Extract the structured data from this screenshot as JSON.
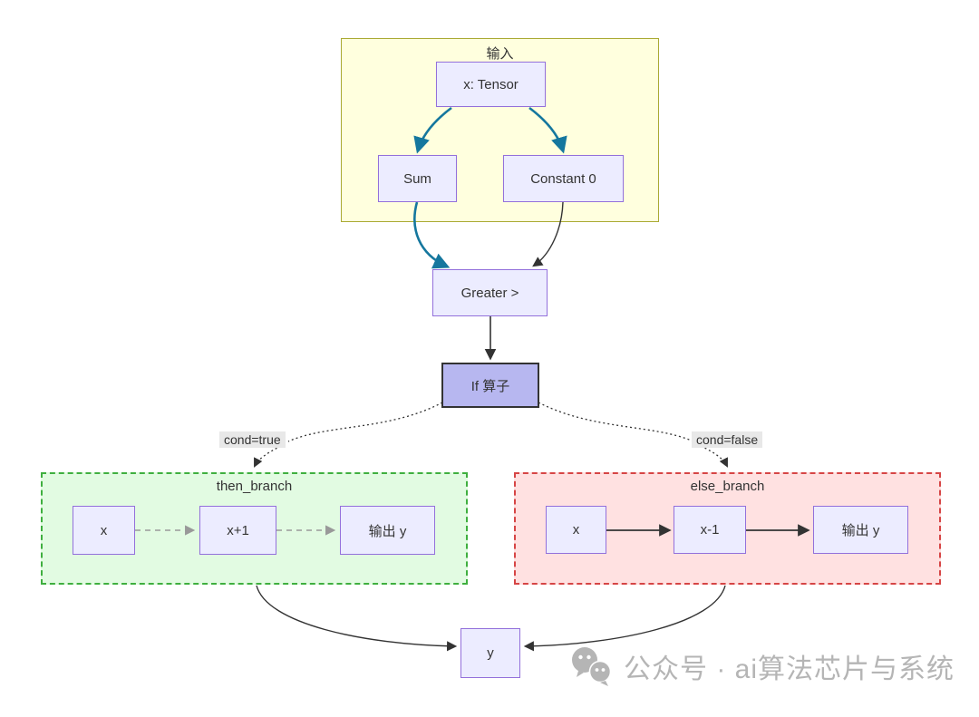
{
  "groups": {
    "input": {
      "label": "输入"
    },
    "then_branch": {
      "label": "then_branch"
    },
    "else_branch": {
      "label": "else_branch"
    }
  },
  "nodes": {
    "x_tensor": {
      "label": "x: Tensor"
    },
    "sum": {
      "label": "Sum"
    },
    "constant0": {
      "label": "Constant 0"
    },
    "greater": {
      "label": "Greater >"
    },
    "if_op": {
      "label": "If 算子"
    },
    "then_x": {
      "label": "x"
    },
    "then_x_plus_1": {
      "label": "x+1"
    },
    "then_out_y": {
      "label": "输出 y"
    },
    "else_x": {
      "label": "x"
    },
    "else_x_minus_1": {
      "label": "x-1"
    },
    "else_out_y": {
      "label": "输出 y"
    },
    "y_out": {
      "label": "y"
    }
  },
  "edge_labels": {
    "cond_true": "cond=true",
    "cond_false": "cond=false"
  },
  "watermark": {
    "icon": "wechat-icon",
    "text": "公众号 · ai算法芯片与系统"
  },
  "colors": {
    "node_fill": "#ECECFF",
    "node_border": "#9370DB",
    "input_group_fill": "#FFFFDE",
    "input_group_border": "#AAAA33",
    "then_fill": "#E2FBE2",
    "then_border": "#3FAF3F",
    "else_fill": "#FFE1E1",
    "else_border": "#D64545",
    "if_fill": "#B7B7F0",
    "if_border": "#333333",
    "highlight_edge": "#15779E",
    "plain_edge": "#333333",
    "dashed_edge": "#999999",
    "edge_label_bg": "#E8E8E8",
    "watermark": "#B5B5B5"
  }
}
